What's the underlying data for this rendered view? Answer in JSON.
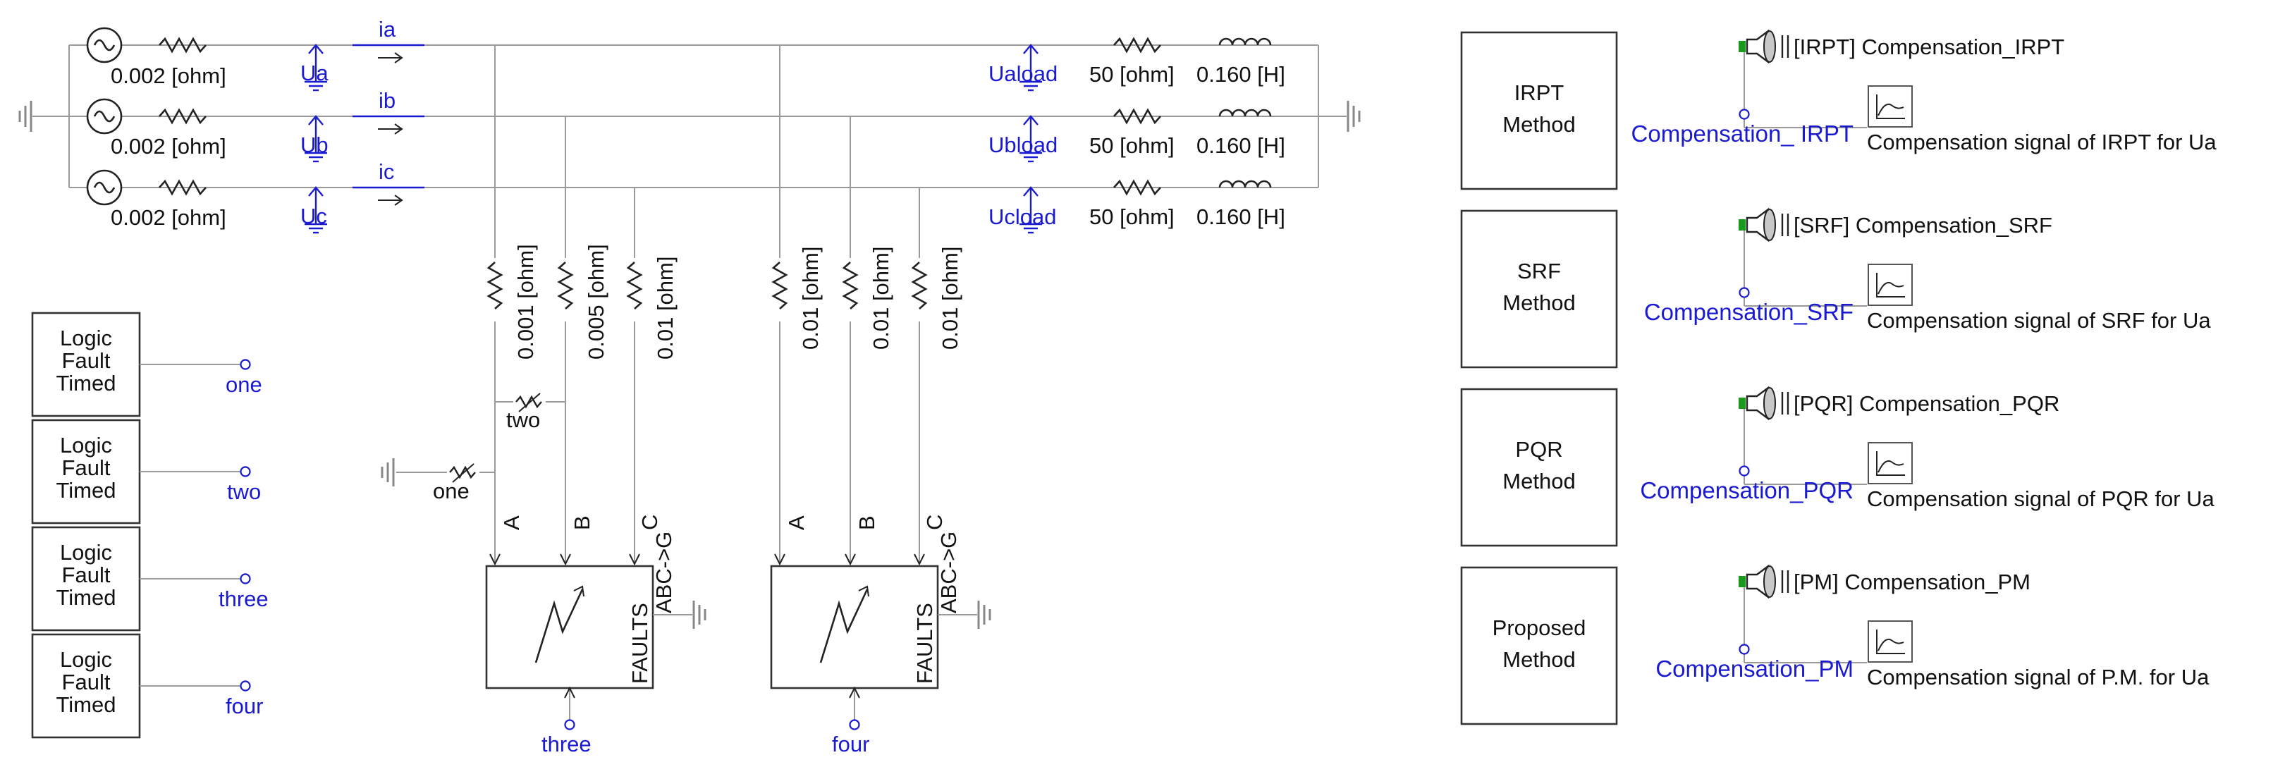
{
  "source": {
    "resistances": [
      "0.002 [ohm]",
      "0.002 [ohm]",
      "0.002 [ohm]"
    ],
    "voltmeters": [
      "Ua",
      "Ub",
      "Uc"
    ],
    "currents": [
      "ia",
      "ib",
      "ic"
    ]
  },
  "load": {
    "voltmeters": [
      "Uaload",
      "Ubload",
      "Ucload"
    ],
    "resistances": [
      "50 [ohm]",
      "50 [ohm]",
      "50 [ohm]"
    ],
    "inductances": [
      "0.160 [H]",
      "0.160 [H]",
      "0.160 [H]"
    ]
  },
  "fault1": {
    "resistances": [
      "0.001 [ohm]",
      "0.005 [ohm]",
      "0.01 [ohm]"
    ],
    "breaker_two": "two",
    "breaker_one": "one",
    "pins": [
      "A",
      "B",
      "C"
    ],
    "abc_label": "ABC->G",
    "faults_label": "FAULTS",
    "control": "three"
  },
  "fault2": {
    "resistances": [
      "0.01 [ohm]",
      "0.01 [ohm]",
      "0.01 [ohm]"
    ],
    "pins": [
      "A",
      "B",
      "C"
    ],
    "abc_label": "ABC->G",
    "faults_label": "FAULTS",
    "control": "four"
  },
  "logic": [
    {
      "l1": "Logic",
      "l2": "Fault",
      "l3": "Timed",
      "output": "one"
    },
    {
      "l1": "Logic",
      "l2": "Fault",
      "l3": "Timed",
      "output": "two"
    },
    {
      "l1": "Logic",
      "l2": "Fault",
      "l3": "Timed",
      "output": "three"
    },
    {
      "l1": "Logic",
      "l2": "Fault",
      "l3": "Timed",
      "output": "four"
    }
  ],
  "methods": [
    {
      "l1": "IRPT",
      "l2": "Method",
      "channel": "[IRPT] Compensation_IRPT",
      "signal": "Compensation_ IRPT",
      "plot": "Compensation signal of  IRPT for Ua"
    },
    {
      "l1": "SRF",
      "l2": "Method",
      "channel": "[SRF] Compensation_SRF",
      "signal": "Compensation_SRF",
      "plot": "Compensation signal of  SRF for Ua"
    },
    {
      "l1": "PQR",
      "l2": "Method",
      "channel": "[PQR] Compensation_PQR",
      "signal": "Compensation_PQR",
      "plot": "Compensation signal of  PQR for Ua"
    },
    {
      "l1": "Proposed",
      "l2": "Method",
      "channel": "[PM] Compensation_PM",
      "signal": "Compensation_PM",
      "plot": "Compensation signal of P.M. for Ua"
    }
  ],
  "colors": {
    "wire": "#9a9a9a",
    "label_blue": "#1a1ad0",
    "component": "#222222",
    "channel_green": "#1a9a1a"
  }
}
